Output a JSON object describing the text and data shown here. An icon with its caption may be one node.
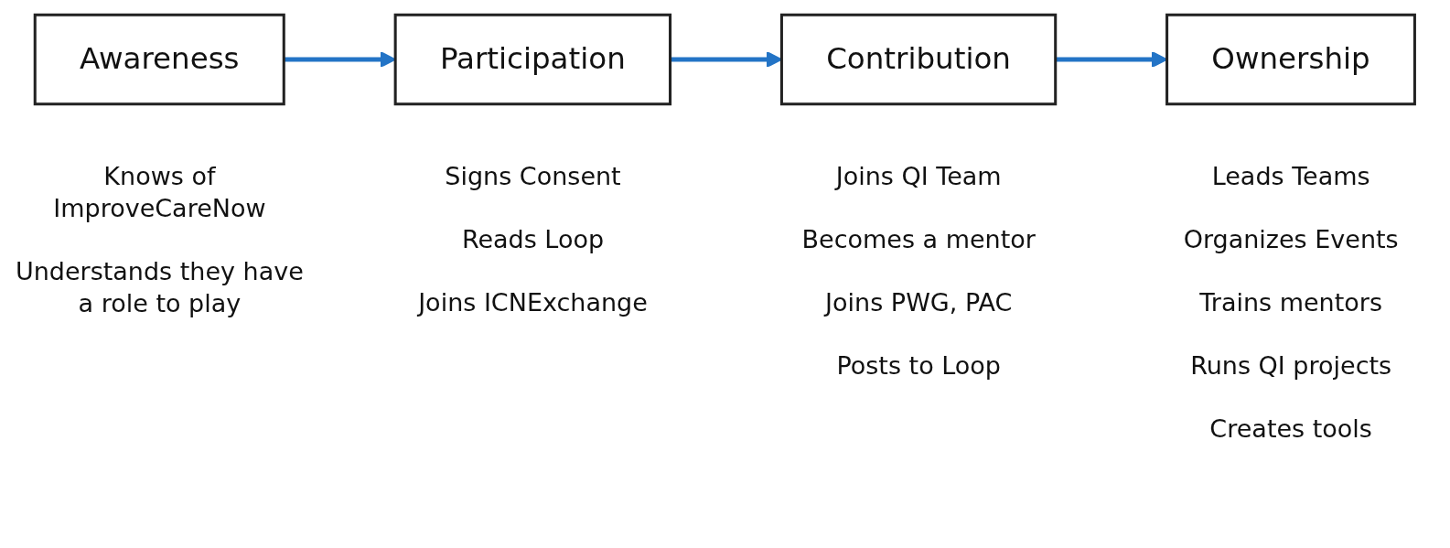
{
  "diagram": {
    "nodes": [
      {
        "text": [
          "Awareness"
        ],
        "beside": [
          "Knows of ImproveCareNow",
          "Understands they have a role to play"
        ]
      },
      {
        "text": [
          "Participation"
        ],
        "beside": [
          "Signs Consent",
          "Reads Loop",
          "Joins ICNExchange"
        ]
      },
      {
        "text": [
          "Contribution"
        ],
        "beside": [
          "Joins QI Team",
          "Becomes a mentor",
          "Joins PWG, PAC",
          "Posts to Loop"
        ]
      },
      {
        "text": [
          "Ownership"
        ],
        "beside": [
          "Leads Teams",
          "Organizes Events",
          "Trains mentors",
          "Runs QI projects",
          "Creates tools"
        ]
      }
    ],
    "edges": [
      {
        "from": 0,
        "to": 1,
        "arrow": "to",
        "color": "#2374c6"
      },
      {
        "from": 1,
        "to": 2,
        "arrow": "to",
        "color": "#2374c6"
      },
      {
        "from": 2,
        "to": 3,
        "arrow": "to",
        "color": "#2374c6"
      }
    ]
  }
}
